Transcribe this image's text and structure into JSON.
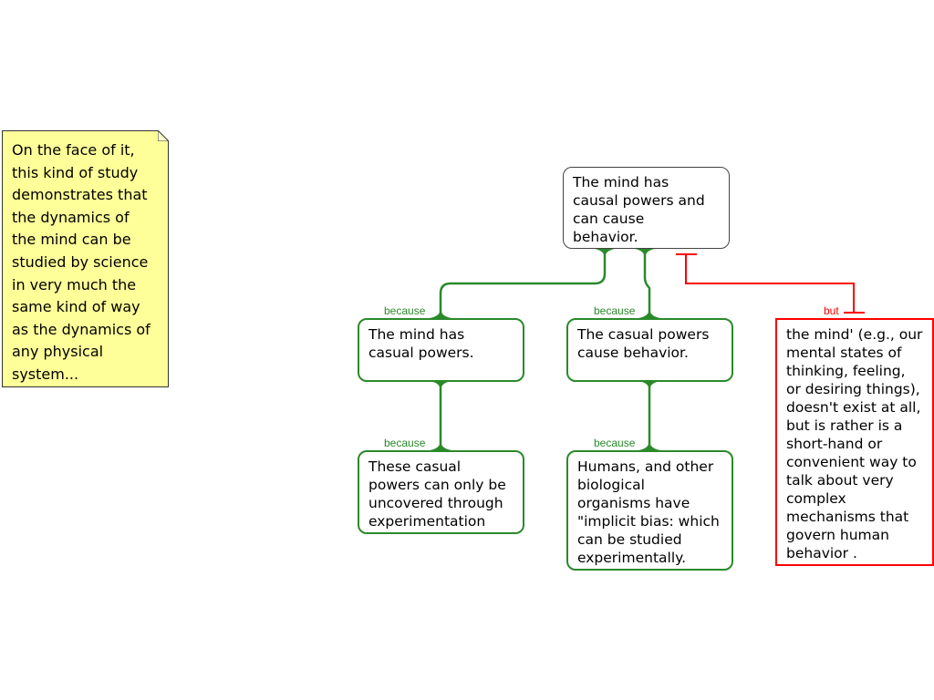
{
  "note": {
    "text": "On the face of it,\nthis kind of study\ndemonstrates that\nthe dynamics of\nthe mind can be\nstudied by science\nin very much the\nsame kind of way\nas the dynamics of\nany physical\nsystem..."
  },
  "root": {
    "text": "The mind has\ncausal powers and\ncan cause\nbehavior."
  },
  "reasons": [
    {
      "label": "because",
      "text": "The mind has\ncasual powers.",
      "child": {
        "label": "because",
        "text": "These casual\npowers can only be\nuncovered through\nexperimentation"
      }
    },
    {
      "label": "because",
      "text": "The casual powers\ncause behavior.",
      "child": {
        "label": "because",
        "text": "Humans, and other\nbiological\norganisms have\n\"implicit bias: which\ncan be studied\nexperimentally."
      }
    }
  ],
  "objection": {
    "label": "but",
    "text": "the mind' (e.g., our\nmental states of\nthinking, feeling,\nor desiring things),\ndoesn't exist at all,\nbut is rather is a\nshort-hand or\nconvenient way to\ntalk about very\ncomplex\nmechanisms that\ngovern human\nbehavior ."
  },
  "colors": {
    "support": "#2a8a2a",
    "oppose": "#ff0000",
    "note": "#ffff99"
  }
}
